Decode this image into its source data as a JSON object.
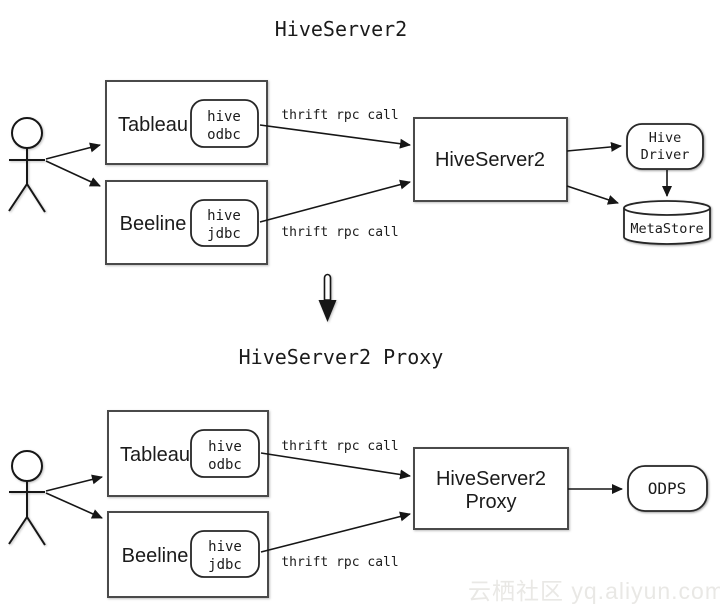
{
  "top": {
    "title": "HiveServer2",
    "clients": [
      {
        "label": "Tableau",
        "chip": [
          "hive",
          "odbc"
        ]
      },
      {
        "label": "Beeline",
        "chip": [
          "hive",
          "jdbc"
        ]
      }
    ],
    "edge_labels": [
      "thrift rpc call",
      "thrift rpc call"
    ],
    "server": [
      "HiveServer2"
    ],
    "driver": [
      "Hive",
      "Driver"
    ],
    "metastore": "MetaStore"
  },
  "bottom": {
    "title": "HiveServer2 Proxy",
    "clients": [
      {
        "label": "Tableau",
        "chip": [
          "hive",
          "odbc"
        ]
      },
      {
        "label": "Beeline",
        "chip": [
          "hive",
          "jdbc"
        ]
      }
    ],
    "edge_labels": [
      "thrift rpc call",
      "thrift rpc call"
    ],
    "server": [
      "HiveServer2",
      "Proxy"
    ],
    "odps": "ODPS"
  },
  "watermark": {
    "text": "云栖社区 yq.aliyun.com"
  },
  "colors": {
    "box_border": "#4a4a4a",
    "line": "#161616",
    "watermark": "#e9e8e5",
    "background": "#ffffff"
  }
}
